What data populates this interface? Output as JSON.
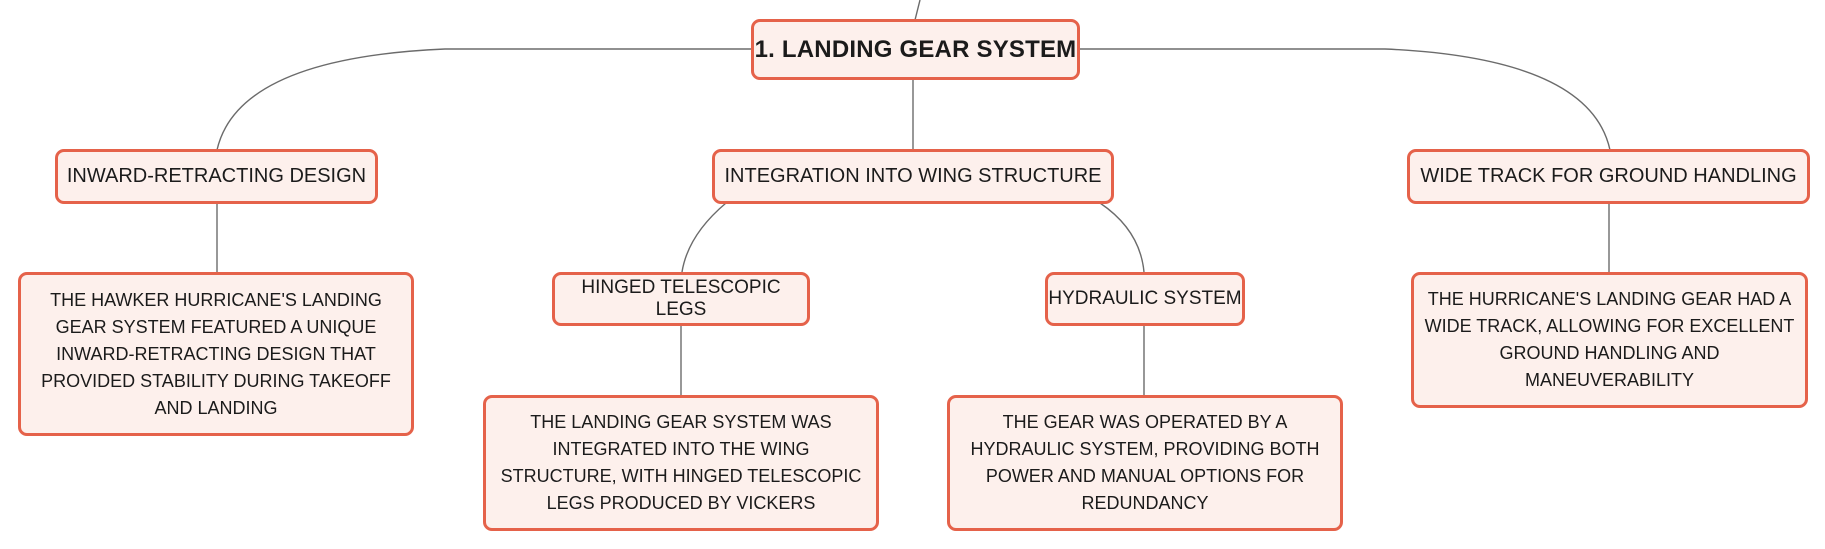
{
  "root": {
    "label": "1. LANDING GEAR SYSTEM"
  },
  "branches": [
    {
      "label": "INWARD-RETRACTING DESIGN"
    },
    {
      "label": "INTEGRATION INTO WING STRUCTURE"
    },
    {
      "label": "WIDE TRACK FOR GROUND HANDLING"
    }
  ],
  "sub_branches": [
    {
      "label": "HINGED TELESCOPIC LEGS"
    },
    {
      "label": "HYDRAULIC SYSTEM"
    }
  ],
  "details": [
    {
      "text": "THE HAWKER HURRICANE'S LANDING GEAR SYSTEM FEATURED A UNIQUE INWARD-RETRACTING DESIGN THAT PROVIDED STABILITY DURING TAKEOFF AND LANDING"
    },
    {
      "text": "THE LANDING GEAR SYSTEM WAS INTEGRATED INTO THE WING STRUCTURE, WITH HINGED TELESCOPIC LEGS PRODUCED BY VICKERS"
    },
    {
      "text": "THE GEAR WAS OPERATED BY A HYDRAULIC SYSTEM, PROVIDING BOTH POWER AND MANUAL OPTIONS FOR REDUNDANCY"
    },
    {
      "text": "THE HURRICANE'S LANDING GEAR HAD A WIDE TRACK, ALLOWING FOR EXCELLENT GROUND HANDLING AND MANEUVERABILITY"
    }
  ],
  "colors": {
    "node_fill": "#fdf0ec",
    "node_border": "#e5624a",
    "connector": "#6b6b6b",
    "text": "#1b1b1b"
  }
}
